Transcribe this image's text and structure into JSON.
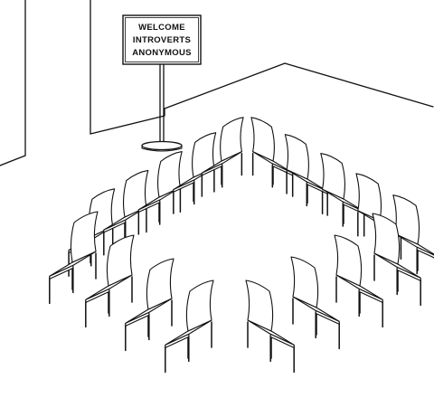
{
  "sign": {
    "lines": [
      "WELCOME",
      "INTROVERTS",
      "ANONYMOUS"
    ]
  },
  "colors": {
    "ink": "#111111",
    "paper": "#ffffff"
  }
}
